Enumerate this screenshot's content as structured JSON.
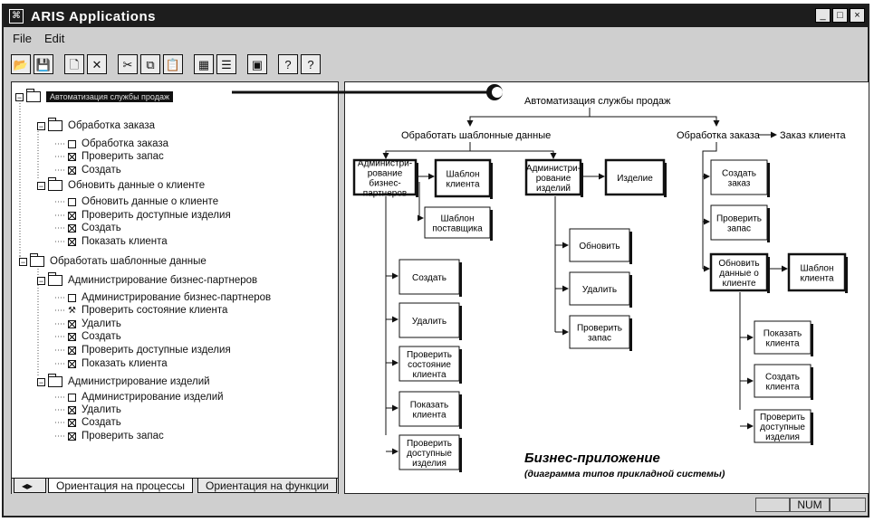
{
  "window": {
    "title": "ARIS Applications",
    "app_icon": "aris-icon",
    "controls": [
      "_",
      "□",
      "×"
    ]
  },
  "menu": [
    "File",
    "Edit"
  ],
  "toolbar": {
    "icons": [
      "open-folder-icon",
      "save-icon",
      "new-document-icon",
      "delete-icon",
      "cut-icon",
      "copy-icon",
      "paste-icon",
      "table-icon",
      "list-icon",
      "chart-icon",
      "help-icon",
      "context-help-icon"
    ],
    "glyphs": [
      "📂",
      "💾",
      "🗋",
      "✕",
      "✂",
      "⧉",
      "📋",
      "▦",
      "☰",
      "▣",
      "?",
      "?"
    ]
  },
  "tree": {
    "root_label": "Автоматизация службы продаж",
    "nodes": [
      {
        "label": "Обработка заказа",
        "kind": "folder"
      },
      {
        "label": "Обработка заказа",
        "kind": "box"
      },
      {
        "label": "Проверить запас",
        "kind": "xbox"
      },
      {
        "label": "Создать",
        "kind": "xbox"
      },
      {
        "label": "Обновить данные о клиенте",
        "kind": "folder"
      },
      {
        "label": "Обновить данные о клиенте",
        "kind": "box"
      },
      {
        "label": "Проверить доступные изделия",
        "kind": "xbox"
      },
      {
        "label": "Создать",
        "kind": "xbox"
      },
      {
        "label": "Показать клиента",
        "kind": "xbox"
      },
      {
        "label": "Обработать шаблонные данные",
        "kind": "folder"
      },
      {
        "label": "Администрирование бизнес-партнеров",
        "kind": "folder"
      },
      {
        "label": "Администрирование бизнес-партнеров",
        "kind": "box"
      },
      {
        "label": "Проверить состояние клиента",
        "kind": "tool"
      },
      {
        "label": "Удалить",
        "kind": "xbox"
      },
      {
        "label": "Создать",
        "kind": "xbox"
      },
      {
        "label": "Проверить доступные изделия",
        "kind": "xbox"
      },
      {
        "label": "Показать клиента",
        "kind": "xbox"
      },
      {
        "label": "Администрирование изделий",
        "kind": "folder"
      },
      {
        "label": "Администрирование изделий",
        "kind": "box"
      },
      {
        "label": "Удалить",
        "kind": "xbox"
      },
      {
        "label": "Создать",
        "kind": "xbox"
      },
      {
        "label": "Проверить запас",
        "kind": "xbox"
      }
    ]
  },
  "tabs": {
    "processes": "Ориентация на процессы",
    "functions": "Ориентация на функции"
  },
  "diagram": {
    "root": "Автоматизация службы продаж",
    "branch_master": "Обработать шаблонные данные",
    "branch_order": "Обработка заказа",
    "order_target": "Заказ клиента",
    "bp_admin": [
      "Администри-",
      "рование",
      "бизнес-",
      "партнеров"
    ],
    "tpl_client": [
      "Шаблон",
      "клиента"
    ],
    "tpl_supplier": [
      "Шаблон",
      "поставщика"
    ],
    "bp_create": [
      "Создать"
    ],
    "bp_delete": [
      "Удалить"
    ],
    "bp_check_state": [
      "Проверить",
      "состояние",
      "клиента"
    ],
    "bp_show": [
      "Показать",
      "клиента"
    ],
    "bp_check_avail": [
      "Проверить",
      "доступные",
      "изделия"
    ],
    "prod_admin": [
      "Администри-",
      "рование",
      "изделий"
    ],
    "product": [
      "Изделие"
    ],
    "prod_update": [
      "Обновить"
    ],
    "prod_delete": [
      "Удалить"
    ],
    "prod_check_stock": [
      "Проверить",
      "запас"
    ],
    "ord_create": [
      "Создать",
      "заказ"
    ],
    "ord_check_stock": [
      "Проверить",
      "запас"
    ],
    "ord_update_client": [
      "Обновить",
      "данные о",
      "клиенте"
    ],
    "ord_tpl_client": [
      "Шаблон",
      "клиента"
    ],
    "ord_show": [
      "Показать",
      "клиента"
    ],
    "ord_create_client": [
      "Создать",
      "клиента"
    ],
    "ord_check_avail": [
      "Проверить",
      "доступные",
      "изделия"
    ],
    "caption_title": "Бизнес-приложение",
    "caption_sub": "(диаграмма типов прикладной системы)"
  },
  "status": {
    "num": "NUM"
  }
}
